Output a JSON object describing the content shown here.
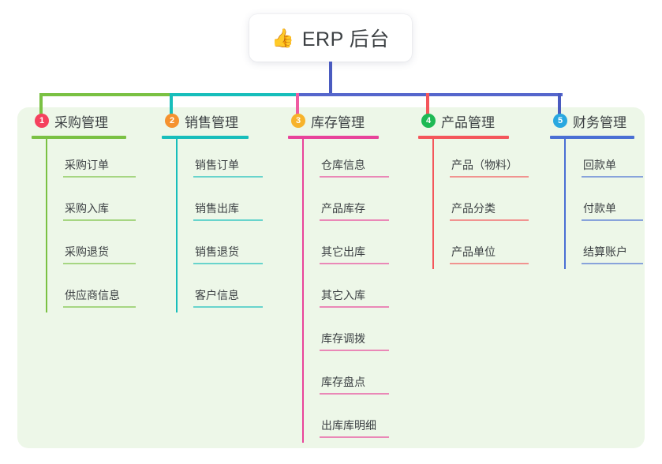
{
  "diagram": {
    "type": "mind-map",
    "root": {
      "icon": "thumbs-up-icon",
      "emoji": "👍",
      "title": "ERP 后台"
    },
    "palette": {
      "panel_bg": "#edf7e8",
      "root_line": "#4a5bc0",
      "page_bg": "#ffffff",
      "text": "#3c4043"
    },
    "connector": {
      "segments": [
        {
          "name": "segment-green",
          "color": "#7ac143"
        },
        {
          "name": "segment-teal",
          "color": "#17bebb"
        },
        {
          "name": "segment-indigo",
          "color": "#5566cc"
        }
      ]
    },
    "branches": [
      {
        "number": "1",
        "title": "采购管理",
        "badge_color": "#f5415e",
        "line_color": "#7ac143",
        "drop_color": "#7ac143",
        "items": [
          "采购订单",
          "采购入库",
          "采购退货",
          "供应商信息"
        ]
      },
      {
        "number": "2",
        "title": "销售管理",
        "badge_color": "#f5922f",
        "line_color": "#17bebb",
        "drop_color": "#17bebb",
        "items": [
          "销售订单",
          "销售出库",
          "销售退货",
          "客户信息"
        ]
      },
      {
        "number": "3",
        "title": "库存管理",
        "badge_color": "#f7b32b",
        "line_color": "#e8439a",
        "drop_color": "#ef5ba1",
        "items": [
          "仓库信息",
          "产品库存",
          "其它出库",
          "其它入库",
          "库存调拨",
          "库存盘点",
          "出库库明细"
        ]
      },
      {
        "number": "4",
        "title": "产品管理",
        "badge_color": "#1db954",
        "line_color": "#f4565b",
        "drop_color": "#f4565b",
        "items": [
          "产品（物料）",
          "产品分类",
          "产品单位"
        ]
      },
      {
        "number": "5",
        "title": "财务管理",
        "badge_color": "#29a8e0",
        "line_color": "#4a6fd4",
        "drop_color": "#4a5bc0",
        "items": [
          "回款单",
          "付款单",
          "结算账户"
        ]
      }
    ]
  }
}
